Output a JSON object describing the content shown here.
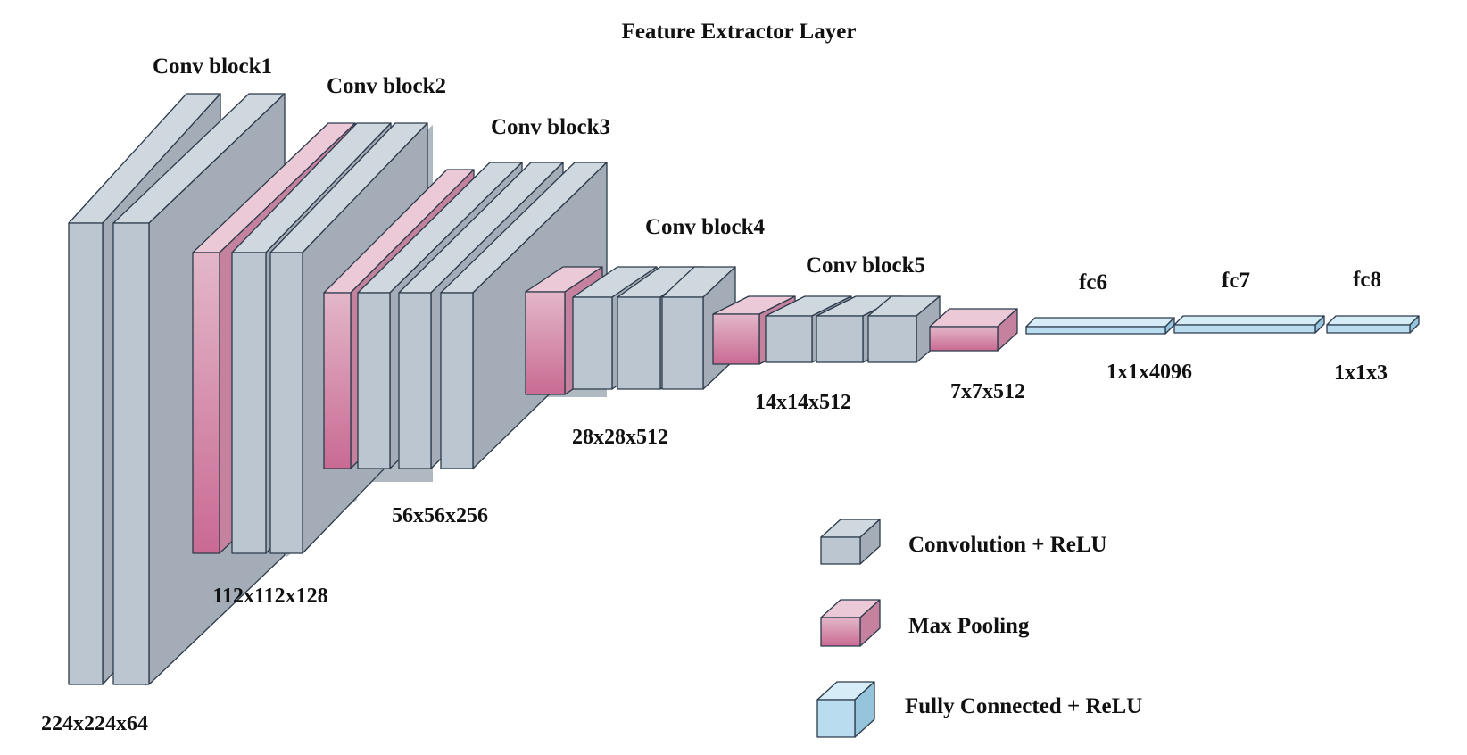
{
  "title": "Feature Extractor Layer",
  "colors": {
    "conv": {
      "front": "#bcc6d1",
      "side": "#a4adb7",
      "top": "#cfd7df"
    },
    "pool": {
      "front_top": "#e3b7c9",
      "front_bottom": "#c96a93",
      "side": "#c5829f",
      "top": "#ecc9d7"
    },
    "fc": {
      "front": "#b9dcef",
      "side": "#97c4dd",
      "top": "#d6ecf7"
    },
    "edge": "#2b3a4a",
    "shadow": "#b0b8c1"
  },
  "blocks": [
    {
      "label": "Conv block1",
      "layers": [
        "conv",
        "conv"
      ],
      "output": "224x224x64"
    },
    {
      "label": "Conv block2",
      "layers": [
        "pool",
        "conv",
        "conv"
      ],
      "output": "112x112x128"
    },
    {
      "label": "Conv block3",
      "layers": [
        "pool",
        "conv",
        "conv",
        "conv"
      ],
      "output": "56x56x256"
    },
    {
      "label": "Conv block4",
      "layers": [
        "pool",
        "conv",
        "conv",
        "conv"
      ],
      "output": "28x28x512"
    },
    {
      "label": "Conv block5",
      "layers": [
        "pool",
        "conv",
        "conv",
        "conv"
      ],
      "output": "14x14x512"
    },
    {
      "label": "",
      "layers": [
        "pool"
      ],
      "output": "7x7x512"
    }
  ],
  "fully_connected": [
    {
      "label": "fc6"
    },
    {
      "label": "fc7"
    },
    {
      "label": "fc8"
    }
  ],
  "fc_outputs": [
    "1x1x4096",
    "1x1x3"
  ],
  "legend": [
    {
      "type": "conv",
      "label": "Convolution + ReLU",
      "icon": "gray-cube-icon"
    },
    {
      "type": "pool",
      "label": "Max Pooling",
      "icon": "pink-cube-icon"
    },
    {
      "type": "fc",
      "label": "Fully Connected + ReLU",
      "icon": "blue-cube-icon"
    }
  ]
}
